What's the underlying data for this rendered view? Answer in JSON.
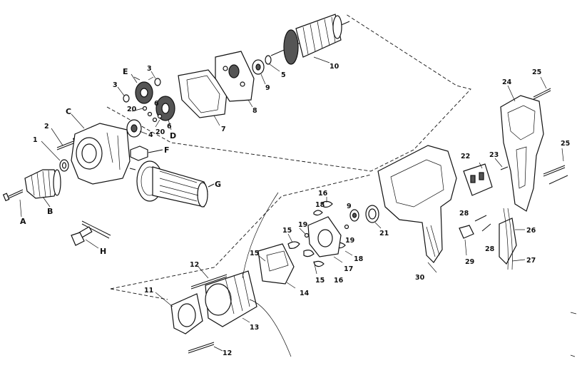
{
  "labels": {
    "l1": "1",
    "l2": "2",
    "l3a": "3",
    "l3b": "3",
    "l4": "4",
    "l5": "5",
    "l6a": "6",
    "l6b": "6",
    "l7": "7",
    "l8": "8",
    "l9a": "9",
    "l9b": "9",
    "l10": "10",
    "l11": "11",
    "l12a": "12",
    "l12b": "12",
    "l13": "13",
    "l14": "14",
    "l15a": "15",
    "l15b": "15",
    "l15c": "15",
    "l16a": "16",
    "l16b": "16",
    "l17": "17",
    "l18a": "18",
    "l18b": "18",
    "l19a": "19",
    "l19b": "19",
    "l20a": "20",
    "l20b": "20",
    "l21": "21",
    "l22": "22",
    "l23": "23",
    "l24": "24",
    "l25a": "25",
    "l25b": "25",
    "l26": "26",
    "l27": "27",
    "l28a": "28",
    "l28b": "28",
    "l29": "29",
    "l30": "30",
    "lA": "A",
    "lB": "B",
    "lC": "C",
    "lD": "D",
    "lE": "E",
    "lF": "F",
    "lG": "G",
    "lH": "H"
  },
  "colors": {
    "ink": "#111111",
    "paper": "#ffffff"
  }
}
